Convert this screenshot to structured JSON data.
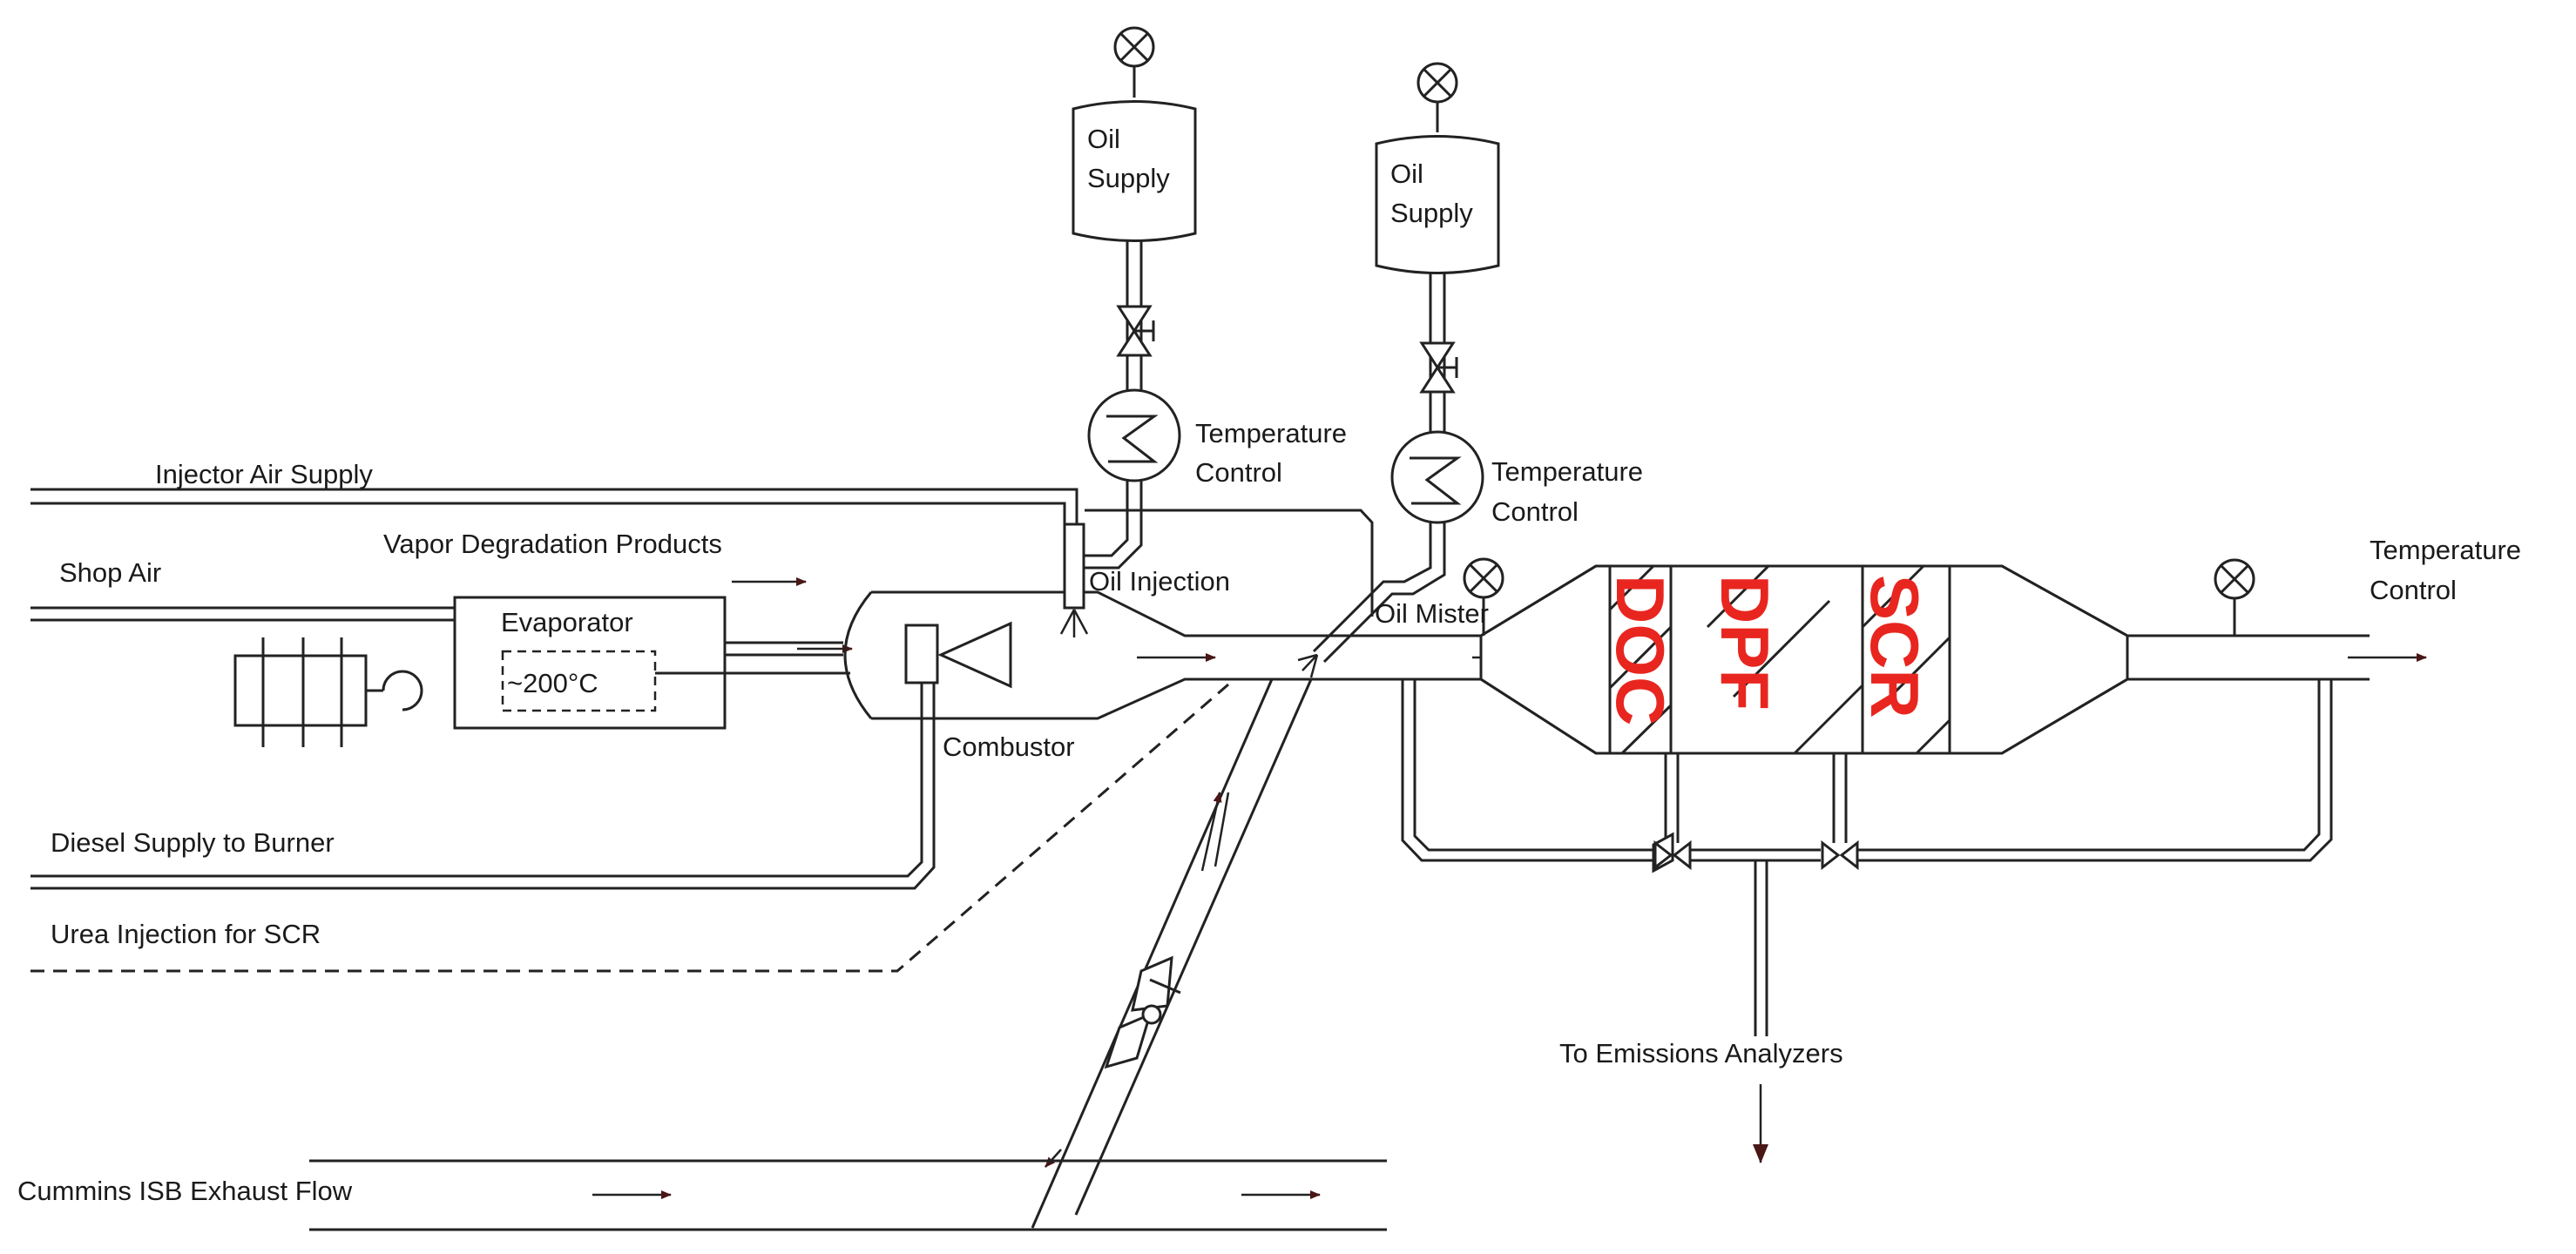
{
  "labels": {
    "injector_air_supply": "Injector Air Supply",
    "vapor_degradation_products": "Vapor Degradation Products",
    "shop_air": "Shop Air",
    "evaporator": "Evaporator",
    "evaporator_temp": "~200°C",
    "combustor": "Combustor",
    "diesel_supply": "Diesel Supply to Burner",
    "urea_injection": "Urea Injection for SCR",
    "cummins_exhaust": "Cummins ISB Exhaust Flow",
    "oil_supply_1": [
      "Oil",
      "Supply"
    ],
    "oil_supply_2": [
      "Oil",
      "Supply"
    ],
    "temp_control_1": [
      "Temperature",
      "Control"
    ],
    "temp_control_2": [
      "Temperature",
      "Control"
    ],
    "temp_control_outlet": [
      "Temperature",
      "Control"
    ],
    "oil_injection": "Oil Injection",
    "oil_mister": "Oil Mister",
    "doc": "DOC",
    "dpf": "DPF",
    "scr": "SCR",
    "to_analyzers": "To Emissions Analyzers"
  },
  "colors": {
    "catalyst_label": "#e8261f",
    "flow_arrow": "#4a1616",
    "line": "#222222"
  }
}
